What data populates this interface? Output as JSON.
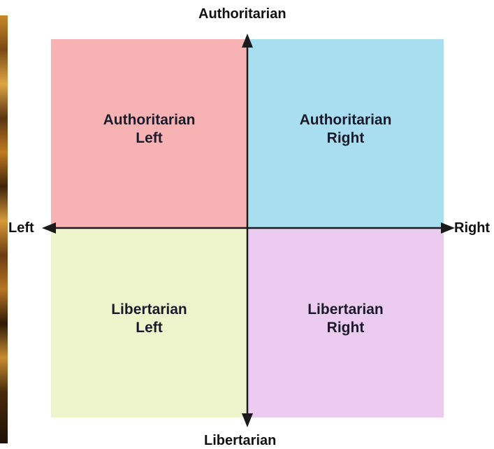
{
  "axes": {
    "top": "Authoritarian",
    "bottom": "Libertarian",
    "left": "Left",
    "right": "Right"
  },
  "quadrants": {
    "authoritarian_left": {
      "line1": "Authoritarian",
      "line2": "Left",
      "color": "#f7b3b3"
    },
    "authoritarian_right": {
      "line1": "Authoritarian",
      "line2": "Right",
      "color": "#a8def0"
    },
    "libertarian_left": {
      "line1": "Libertarian",
      "line2": "Left",
      "color": "#eef5cc"
    },
    "libertarian_right": {
      "line1": "Libertarian",
      "line2": "Right",
      "color": "#eccbf1"
    }
  }
}
